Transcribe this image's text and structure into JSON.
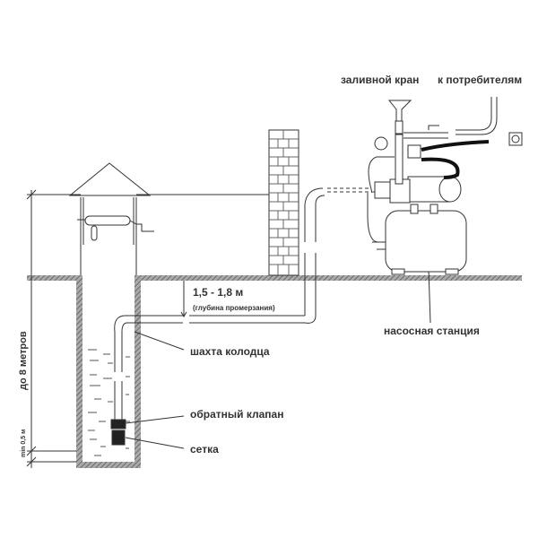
{
  "labels": {
    "fill_valve": "заливной кран",
    "to_consumers": "к потребителям",
    "depth_range": "1,5 - 1,8 м",
    "freezing_depth": "(глубина промерзания)",
    "well_shaft": "шахта колодца",
    "check_valve": "обратный клапан",
    "strainer": "сетка",
    "pump_station": "насосная станция",
    "up_to_8m": "до 8 метров",
    "min_depth": "min 0,5 м"
  },
  "colors": {
    "line": "#333333",
    "hatch": "#777777"
  }
}
